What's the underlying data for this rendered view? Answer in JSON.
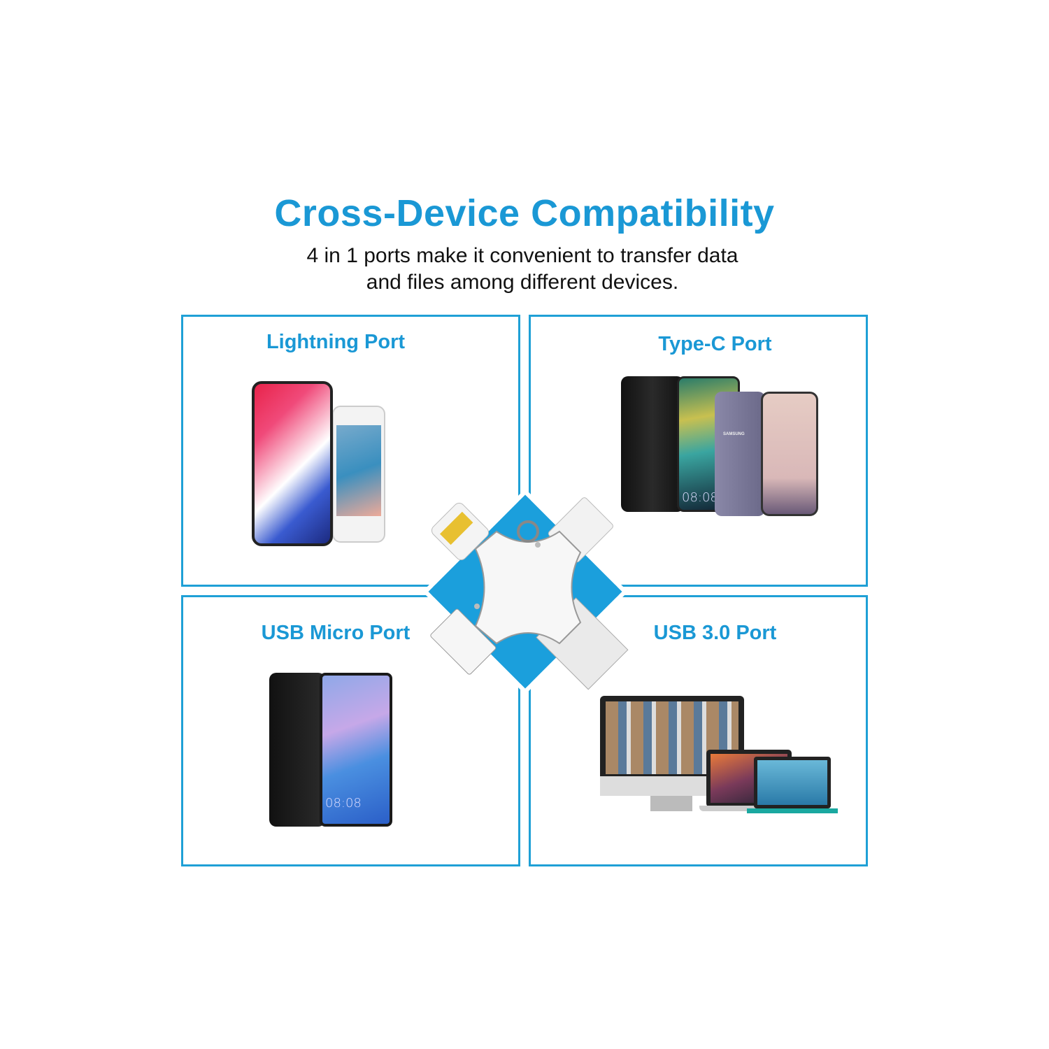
{
  "header": {
    "title": "Cross-Device Compatibility",
    "subtitle_line1": "4 in 1 ports make it convenient to transfer data",
    "subtitle_line2": "and files among different devices."
  },
  "panels": [
    {
      "label": "Lightning Port"
    },
    {
      "label": "Type-C Port",
      "screen_time": "08:08",
      "brand": "SAMSUNG"
    },
    {
      "label": "USB Micro Port",
      "screen_time": "08:08"
    },
    {
      "label": "USB 3.0 Port"
    }
  ],
  "colors": {
    "accent": "#1a98d5",
    "diamond": "#1b9fdc"
  }
}
